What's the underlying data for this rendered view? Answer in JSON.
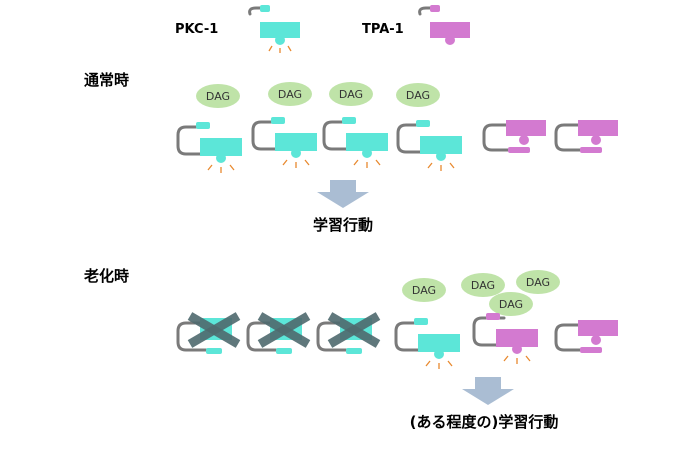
{
  "legend": [
    {
      "name": "PKC-1",
      "color": "#5ce6d8"
    },
    {
      "name": "TPA-1",
      "color": "#d37ad0"
    }
  ],
  "colors": {
    "pkc": "#5ce6d8",
    "tpa": "#d37ad0",
    "dag": "#bfe3a8",
    "tether": "#7a7a7a",
    "arrow": "#aabdd3",
    "glow": "#e8892f",
    "cross": "#4f6a6e"
  },
  "sections": {
    "normal": {
      "title": "通常時",
      "dag_label": "DAG",
      "result": "学習行動"
    },
    "aging": {
      "title": "老化時",
      "dag_label": "DAG",
      "result": "(ある程度の)学習行動"
    }
  }
}
